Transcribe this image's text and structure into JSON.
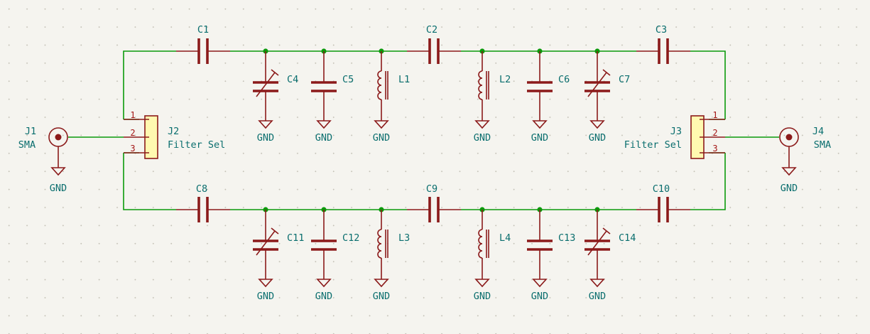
{
  "power": {
    "gnd_label": "GND"
  },
  "connectors": [
    {
      "ref": "J1",
      "value": "SMA"
    },
    {
      "ref": "J2",
      "value": "Filter Sel",
      "pins": [
        "1",
        "2",
        "3"
      ]
    },
    {
      "ref": "J3",
      "value": "Filter Sel",
      "pins": [
        "1",
        "2",
        "3"
      ]
    },
    {
      "ref": "J4",
      "value": "SMA"
    }
  ],
  "filters": [
    {
      "series": [
        "C1",
        "C2",
        "C3"
      ],
      "shunt": [
        "C4",
        "C5",
        "L1",
        "L2",
        "C6",
        "C7"
      ]
    },
    {
      "series": [
        "C8",
        "C9",
        "C10"
      ],
      "shunt": [
        "C11",
        "C12",
        "L3",
        "L4",
        "C13",
        "C14"
      ]
    }
  ],
  "colors": {
    "wire": "#0b9a0b",
    "symbol": "#8b1a1a",
    "text": "#0a6e6e",
    "connector_fill": "#fff9b0",
    "sheet": "#f5f4ef"
  }
}
